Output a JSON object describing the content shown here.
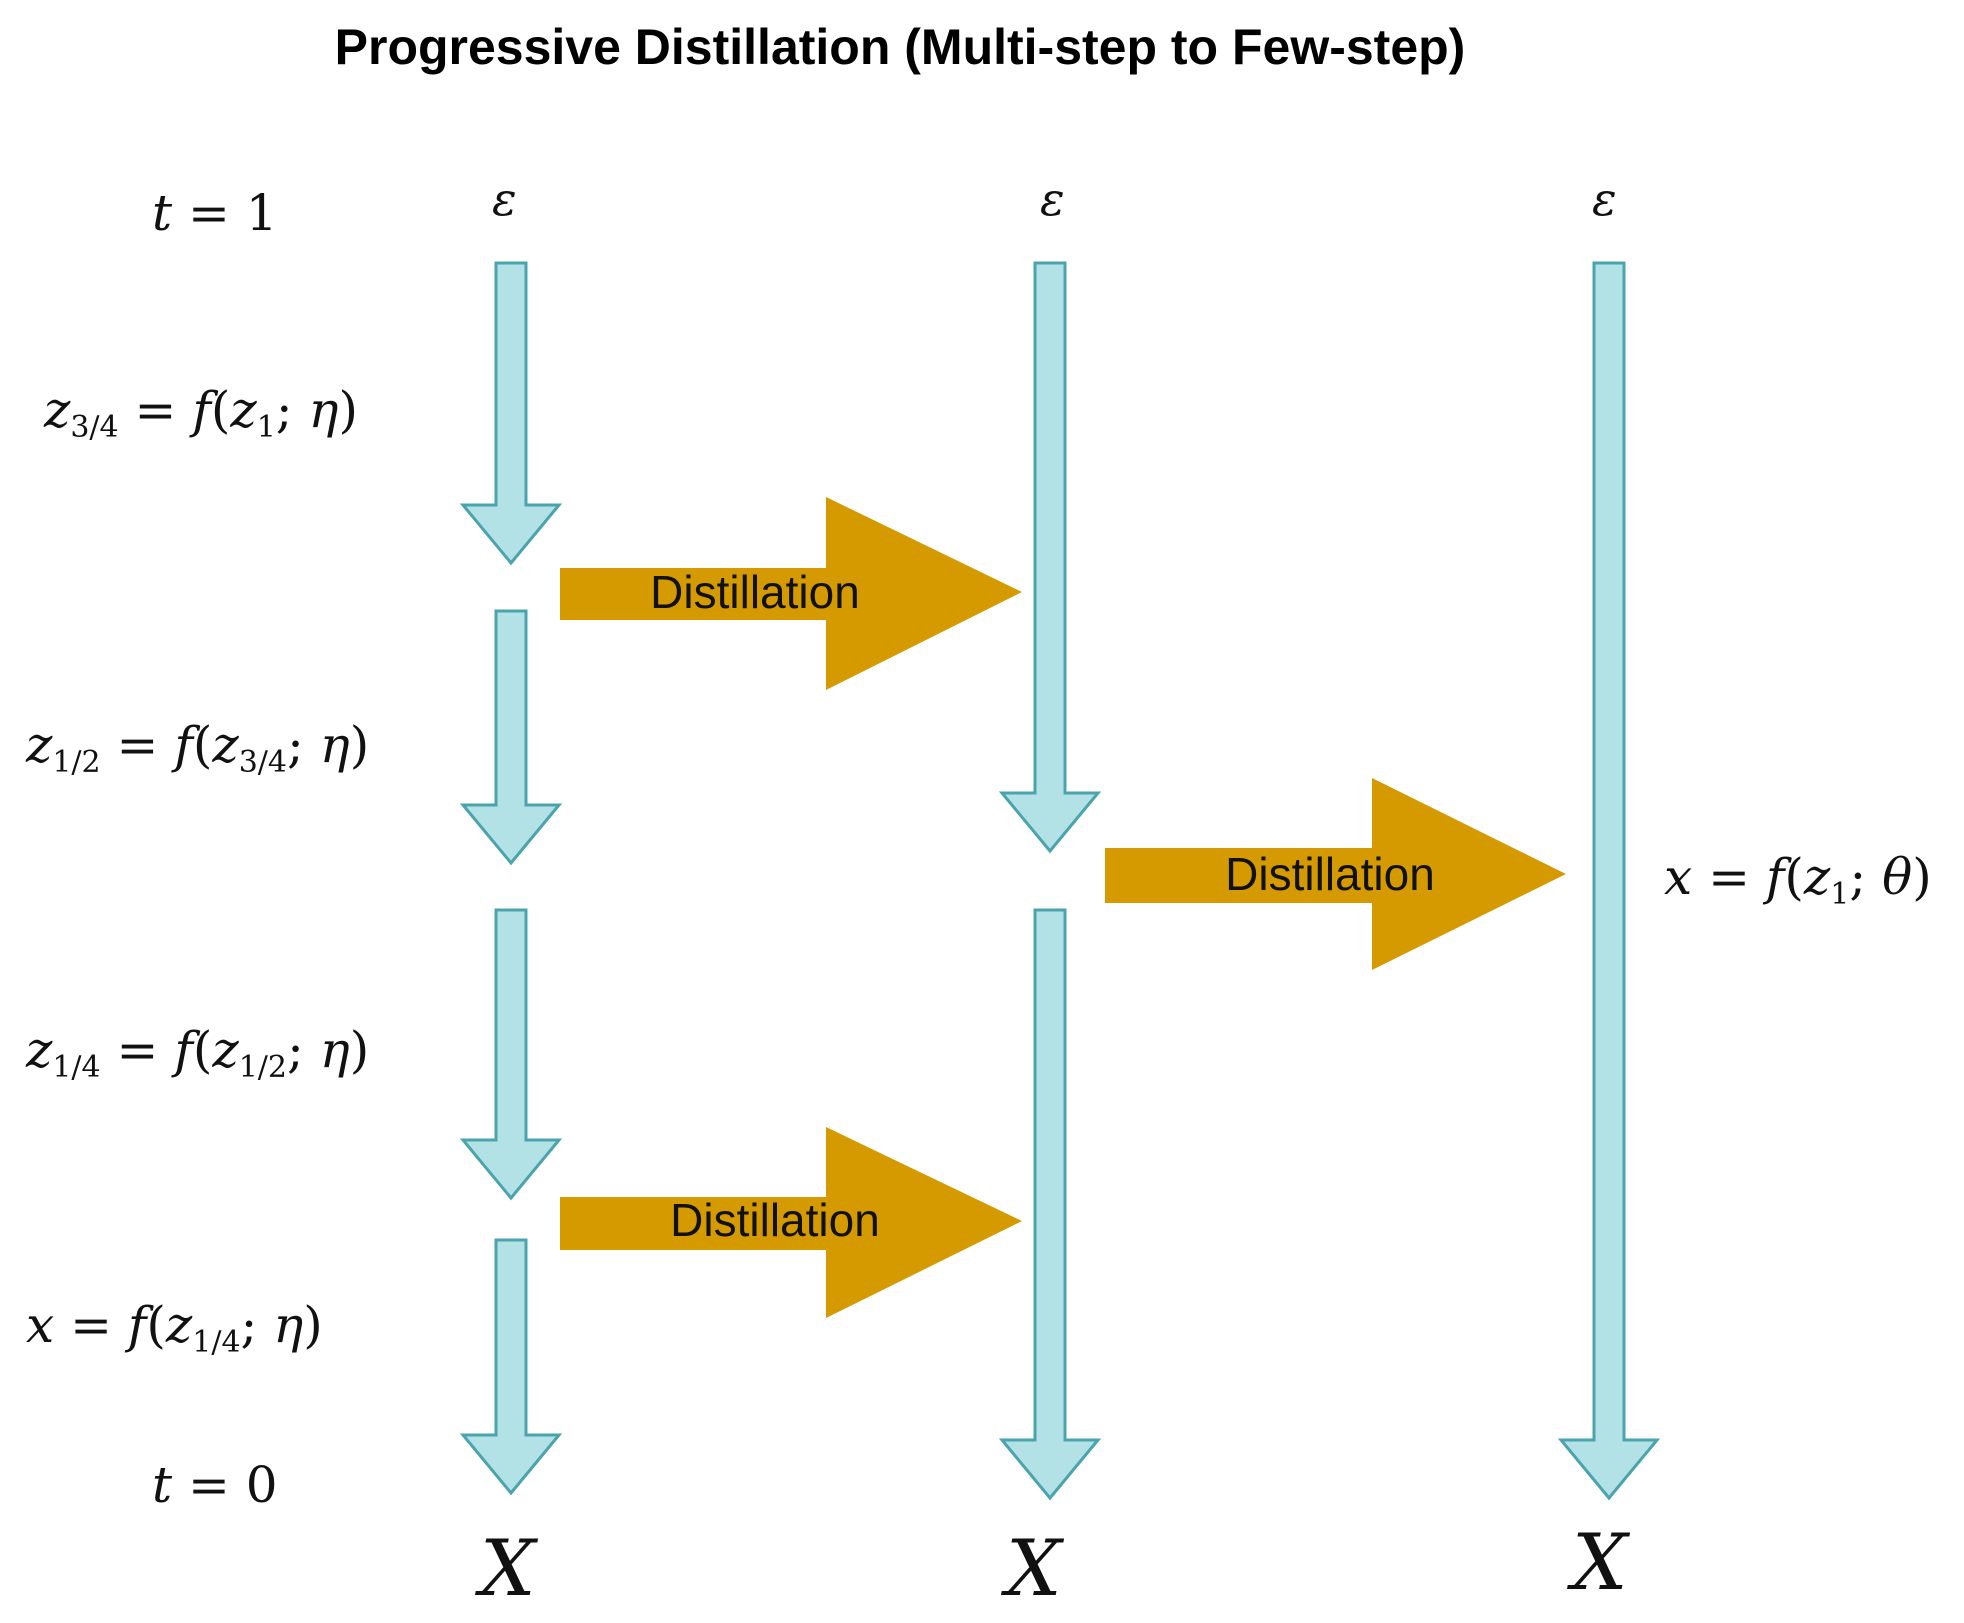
{
  "title": "Progressive Distillation (Multi-step to Few-step)",
  "labels": {
    "t1": {
      "var": "t",
      "rhs": "1"
    },
    "t0": {
      "var": "t",
      "rhs": "0"
    },
    "step_3_4": {
      "lhs": "z",
      "lhs_sub": "3/4",
      "fn": "f",
      "arg": "z",
      "arg_sub": "1",
      "param": "η"
    },
    "step_1_2": {
      "lhs": "z",
      "lhs_sub": "1/2",
      "fn": "f",
      "arg": "z",
      "arg_sub": "3/4",
      "param": "η"
    },
    "step_1_4": {
      "lhs": "z",
      "lhs_sub": "1/4",
      "fn": "f",
      "arg": "z",
      "arg_sub": "1/2",
      "param": "η"
    },
    "step_x": {
      "lhs": "x",
      "fn": "f",
      "arg": "z",
      "arg_sub": "1/4",
      "param": "η"
    },
    "student_x": {
      "lhs": "x",
      "fn": "f",
      "arg": "z",
      "arg_sub": "1",
      "param": "θ"
    }
  },
  "columns": [
    {
      "id": "teacher",
      "top_symbol": "ε",
      "bottom_symbol": "X"
    },
    {
      "id": "student-1",
      "top_symbol": "ε",
      "bottom_symbol": "X"
    },
    {
      "id": "student-2",
      "top_symbol": "ε",
      "bottom_symbol": "X"
    }
  ],
  "distillation_arrows": [
    {
      "label": "Distillation"
    },
    {
      "label": "Distillation"
    },
    {
      "label": "Distillation"
    }
  ],
  "colors": {
    "step_arrow_fill": "#b2e2e6",
    "step_arrow_stroke": "#4aa3ad",
    "distill_arrow_fill": "#d49a00"
  }
}
